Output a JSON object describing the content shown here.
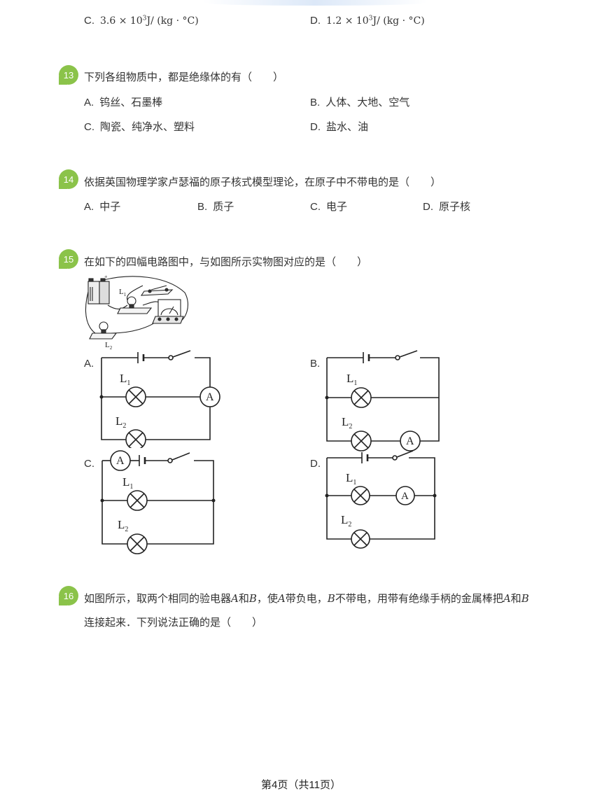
{
  "q12": {
    "c_label": "C.",
    "c_value": "3.6 × 10",
    "c_exp": "3",
    "c_unit": "J/ (kg · °C)",
    "d_label": "D.",
    "d_value": "1.2 × 10",
    "d_exp": "3",
    "d_unit": "J/ (kg · °C)"
  },
  "q13": {
    "number": "13",
    "text": "下列各组物质中，都是绝缘体的有（　　）",
    "options": [
      {
        "label": "A.",
        "text": "钨丝、石墨棒"
      },
      {
        "label": "B.",
        "text": "人体、大地、空气"
      },
      {
        "label": "C.",
        "text": "陶瓷、纯净水、塑料"
      },
      {
        "label": "D.",
        "text": "盐水、油"
      }
    ]
  },
  "q14": {
    "number": "14",
    "text": "依据英国物理学家卢瑟福的原子核式模型理论，在原子中不带电的是（　　）",
    "options": [
      {
        "label": "A.",
        "text": "中子"
      },
      {
        "label": "B.",
        "text": "质子"
      },
      {
        "label": "C.",
        "text": "电子"
      },
      {
        "label": "D.",
        "text": "原子核"
      }
    ]
  },
  "q15": {
    "number": "15",
    "text": "在如下的四幅电路图中，与如图所示实物图对应的是（　　）",
    "photo_labels": {
      "l1": "L",
      "l1_sub": "1",
      "l2": "L",
      "l2_sub": "2",
      "plus": "+"
    },
    "circuits": [
      {
        "label": "A.",
        "l1": "L",
        "l1_sub": "1",
        "l2": "L",
        "l2_sub": "2",
        "meter": "A"
      },
      {
        "label": "B.",
        "l1": "L",
        "l1_sub": "1",
        "l2": "L",
        "l2_sub": "2",
        "meter": "A"
      },
      {
        "label": "C.",
        "l1": "L",
        "l1_sub": "1",
        "l2": "L",
        "l2_sub": "2",
        "meter": "A"
      },
      {
        "label": "D.",
        "l1": "L",
        "l1_sub": "1",
        "l2": "L",
        "l2_sub": "2",
        "meter": "A"
      }
    ]
  },
  "q16": {
    "number": "16",
    "seg1": "如图所示，取两个相同的验电器",
    "var_a": "A",
    "seg2": "和",
    "var_b": "B",
    "seg3": "，使",
    "seg4": "带负电，",
    "seg5": "不带电，用带有绝缘手柄的金属棒把",
    "seg6": "和",
    "line2": "连接起来．下列说法正确的是（　　）"
  },
  "footer": {
    "text": "第4页（共11页）"
  }
}
